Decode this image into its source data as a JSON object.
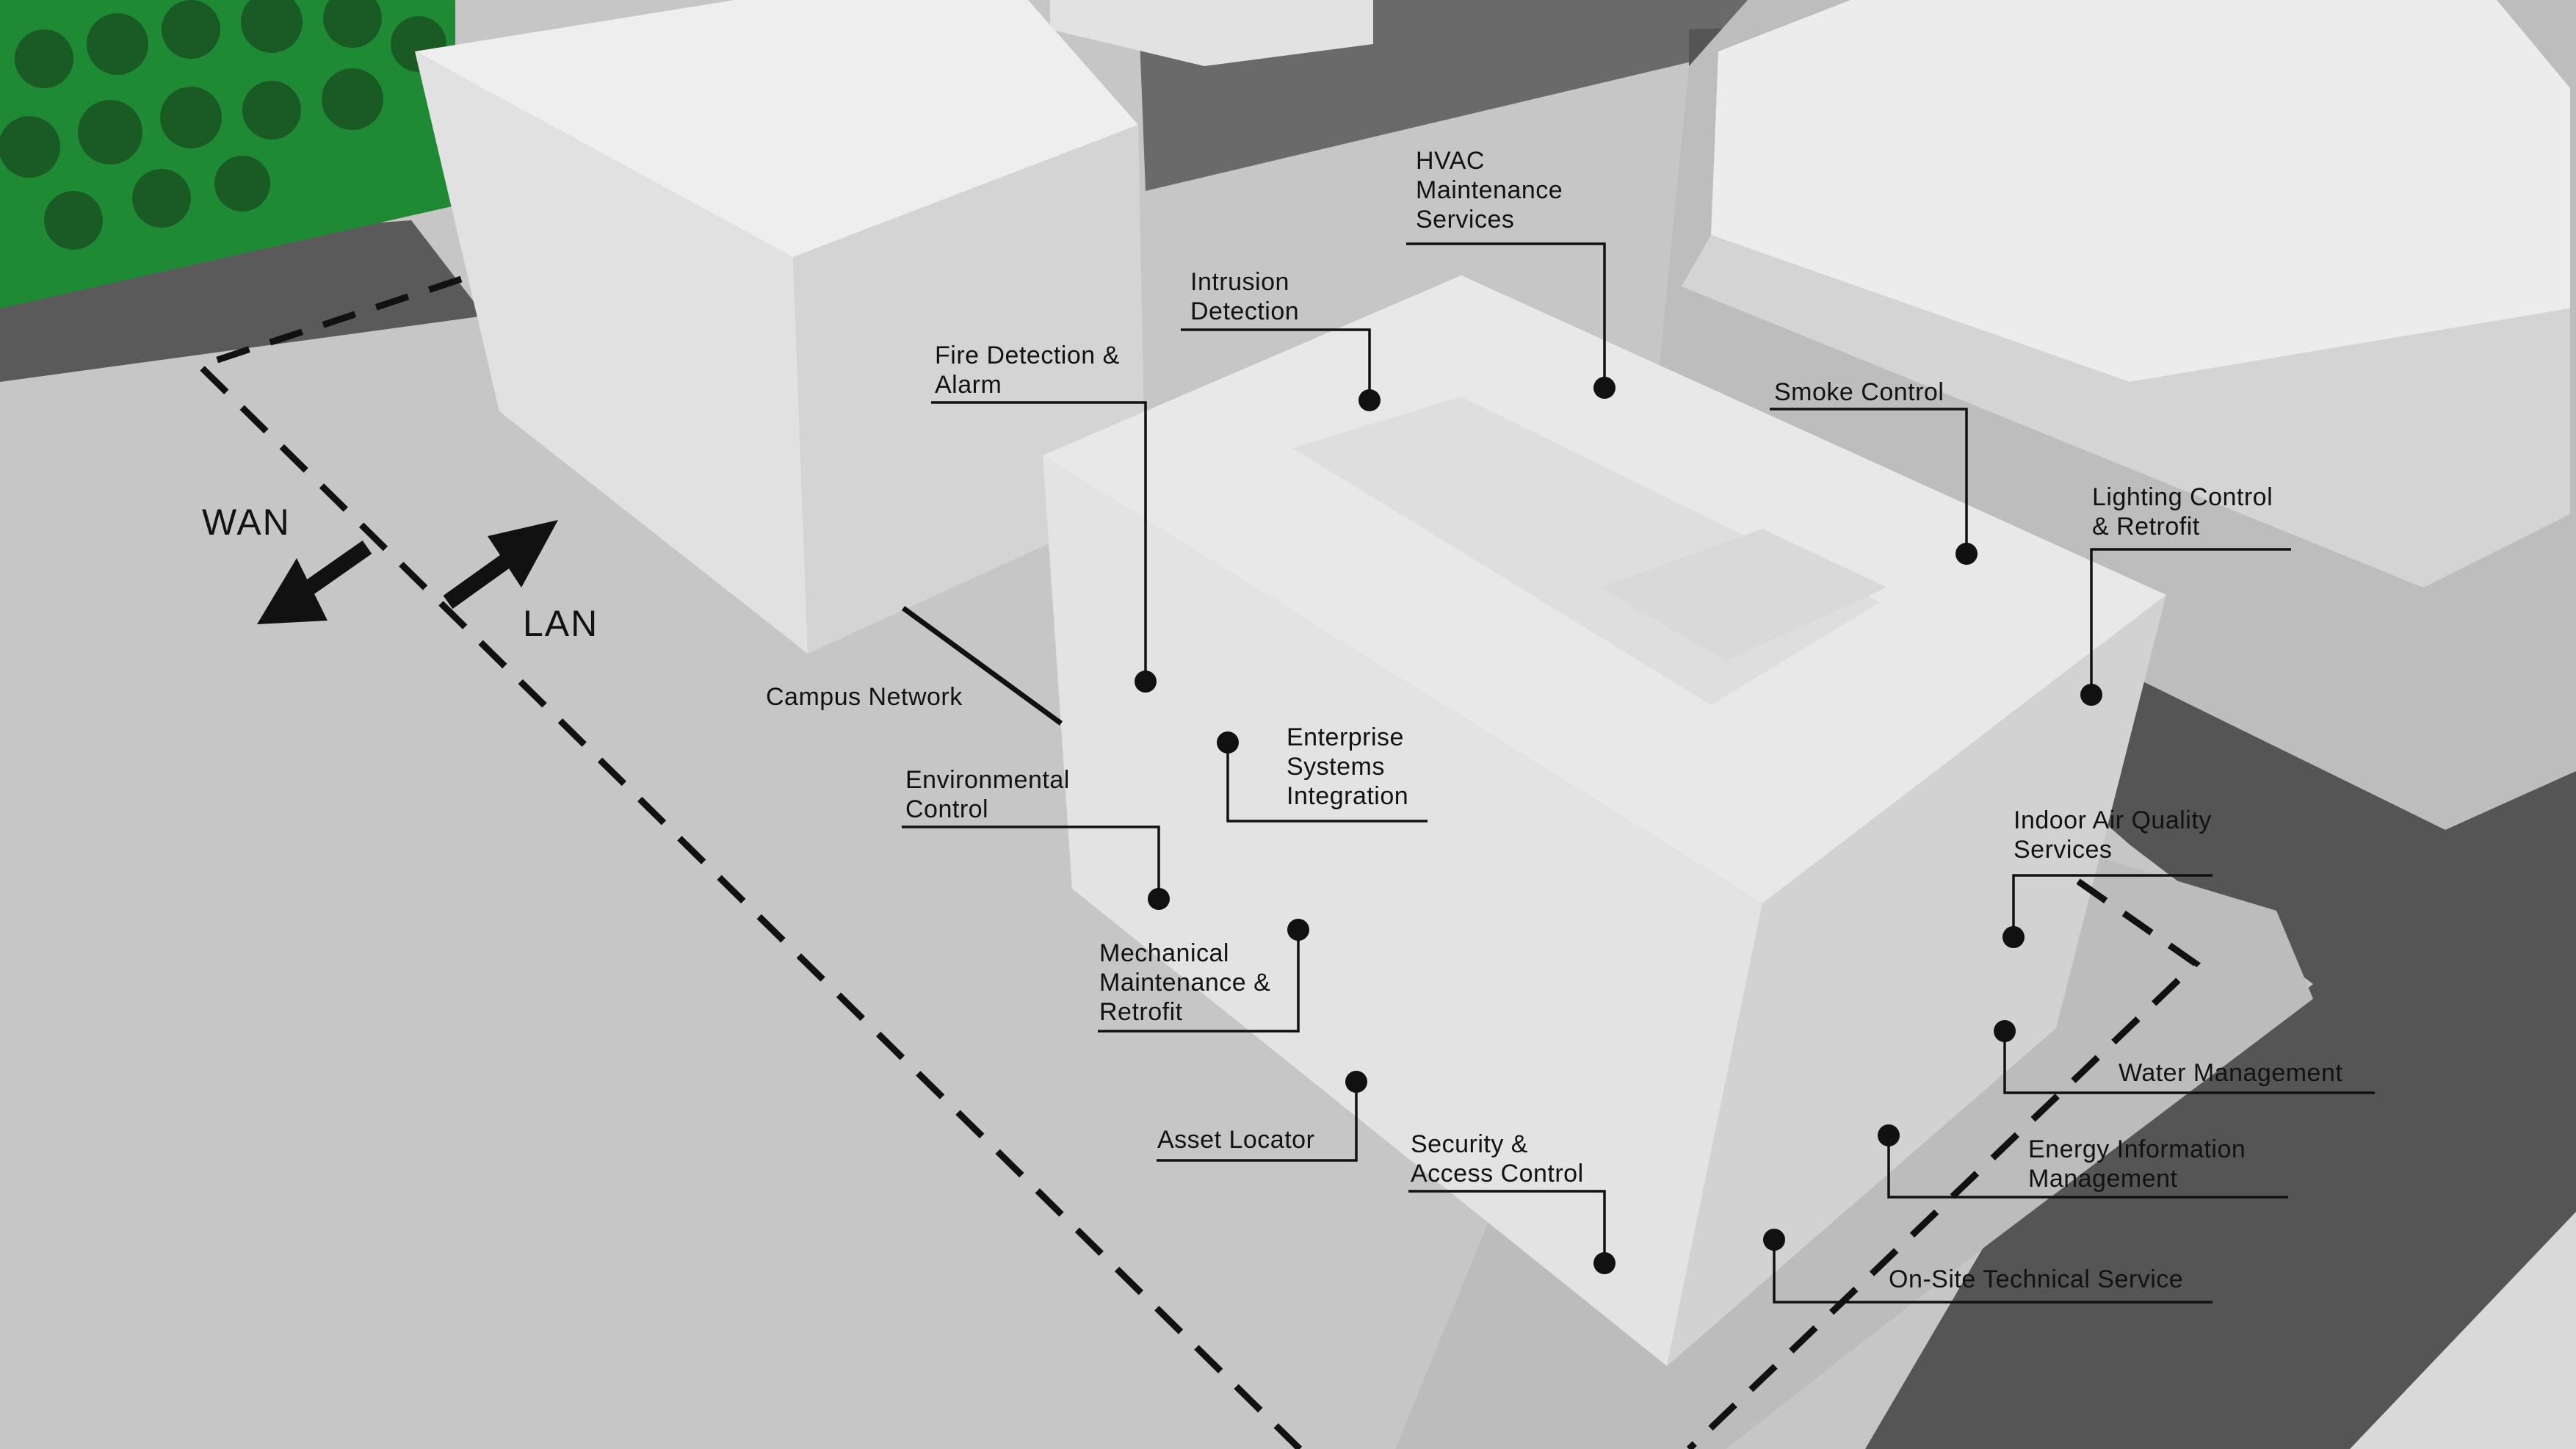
{
  "labels": {
    "wan": "WAN",
    "lan": "LAN",
    "campus_network": "Campus Network",
    "hvac": [
      "HVAC",
      "Maintenance",
      "Services"
    ],
    "intrusion": [
      "Intrusion",
      "Detection"
    ],
    "fire": [
      "Fire Detection &",
      "Alarm"
    ],
    "smoke": "Smoke Control",
    "lighting": [
      "Lighting Control",
      "& Retrofit"
    ],
    "enterprise": [
      "Enterprise",
      "Systems",
      "Integration"
    ],
    "environmental": [
      "Environmental",
      "Control"
    ],
    "mechanical": [
      "Mechanical",
      "Maintenance &",
      "Retrofit"
    ],
    "asset": "Asset Locator",
    "security": [
      "Security &",
      "Access Control"
    ],
    "indoor_air": [
      "Indoor Air Quality",
      "Services"
    ],
    "water": "Water Management",
    "energy": [
      "Energy Information",
      "Management"
    ],
    "onsite": "On-Site Technical Service"
  },
  "colors": {
    "ground": "#c6c6c6",
    "building": "#e9e9e9",
    "building_shade": "#d3d3d3",
    "road": "#5c5c5c",
    "trees": "#1f8a34",
    "ink": "#111111"
  }
}
